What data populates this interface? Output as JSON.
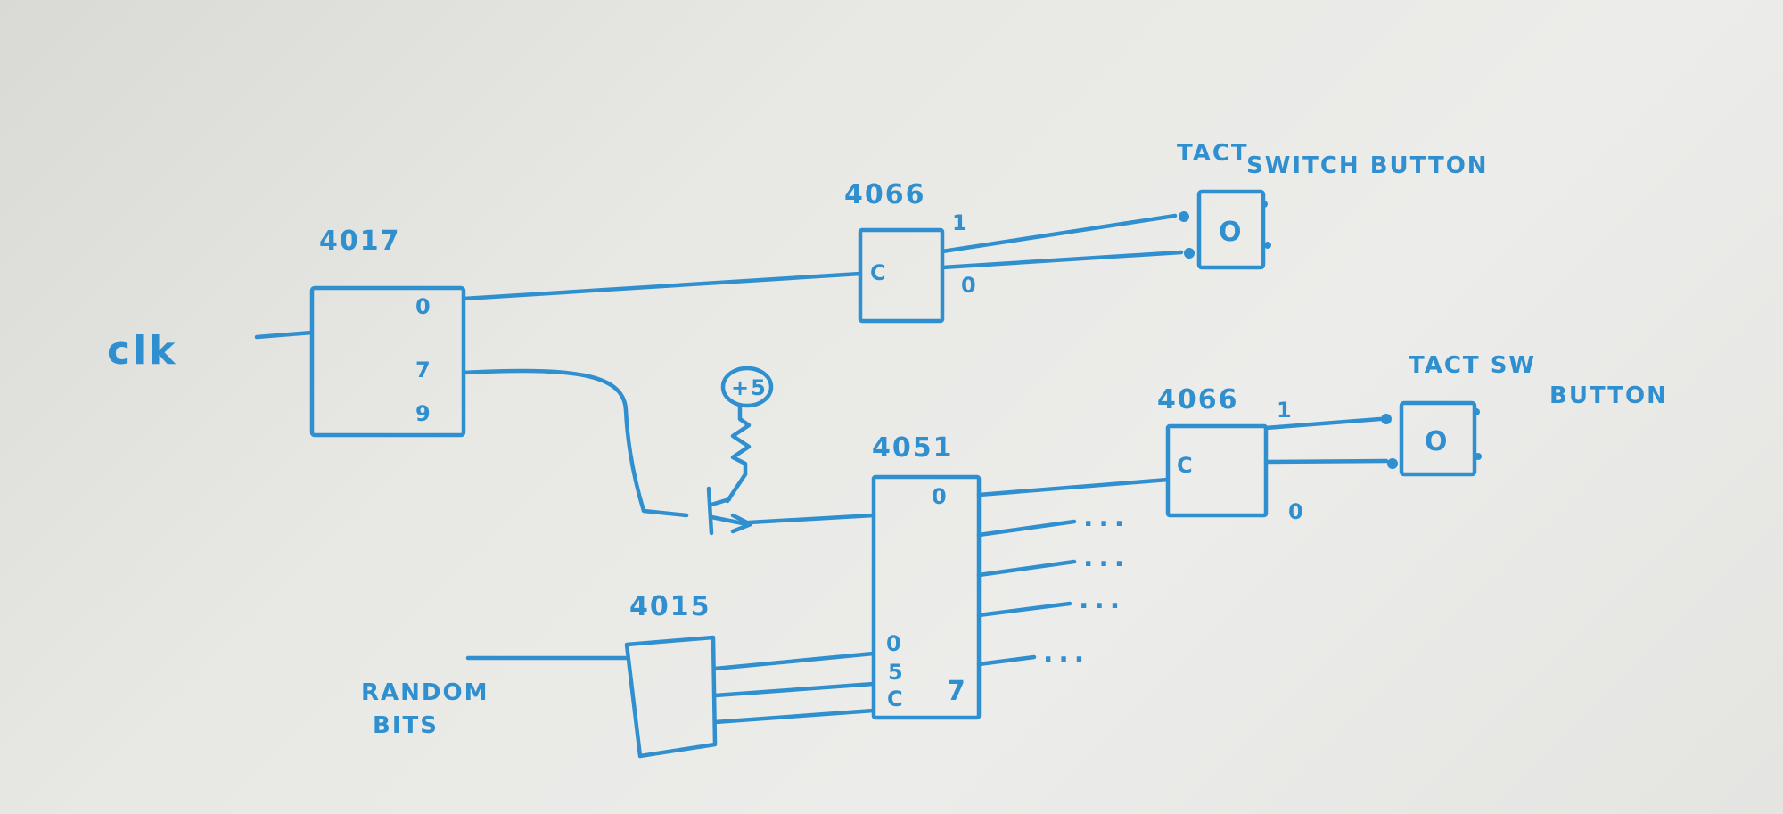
{
  "inputs": {
    "clock": "clk",
    "random_bits": [
      "RANDOM",
      "BITS"
    ]
  },
  "chips": {
    "counter": {
      "part": "4017",
      "pins": {
        "out0": "0",
        "out7": "7",
        "out9": "9"
      }
    },
    "switch_top": {
      "part": "4066",
      "pins": {
        "control": "C",
        "out1": "1",
        "out0": "0"
      }
    },
    "switch_bottom": {
      "part": "4066",
      "pins": {
        "control": "C",
        "out1": "1",
        "out0": "0"
      }
    },
    "mux": {
      "part": "4051",
      "pins": {
        "out0": "0",
        "out7": "7",
        "sel0": "0",
        "sel1": "5",
        "sel2": "C"
      }
    },
    "shift_register": {
      "part": "4015"
    }
  },
  "supply": {
    "label": "+5"
  },
  "buttons": {
    "top": {
      "title": [
        "TACT",
        "SWITCH BUTTON"
      ],
      "symbol": "O"
    },
    "bottom": {
      "title": [
        "TACT SW",
        "BUTTON"
      ],
      "symbol": "O"
    }
  },
  "continuation": "..."
}
